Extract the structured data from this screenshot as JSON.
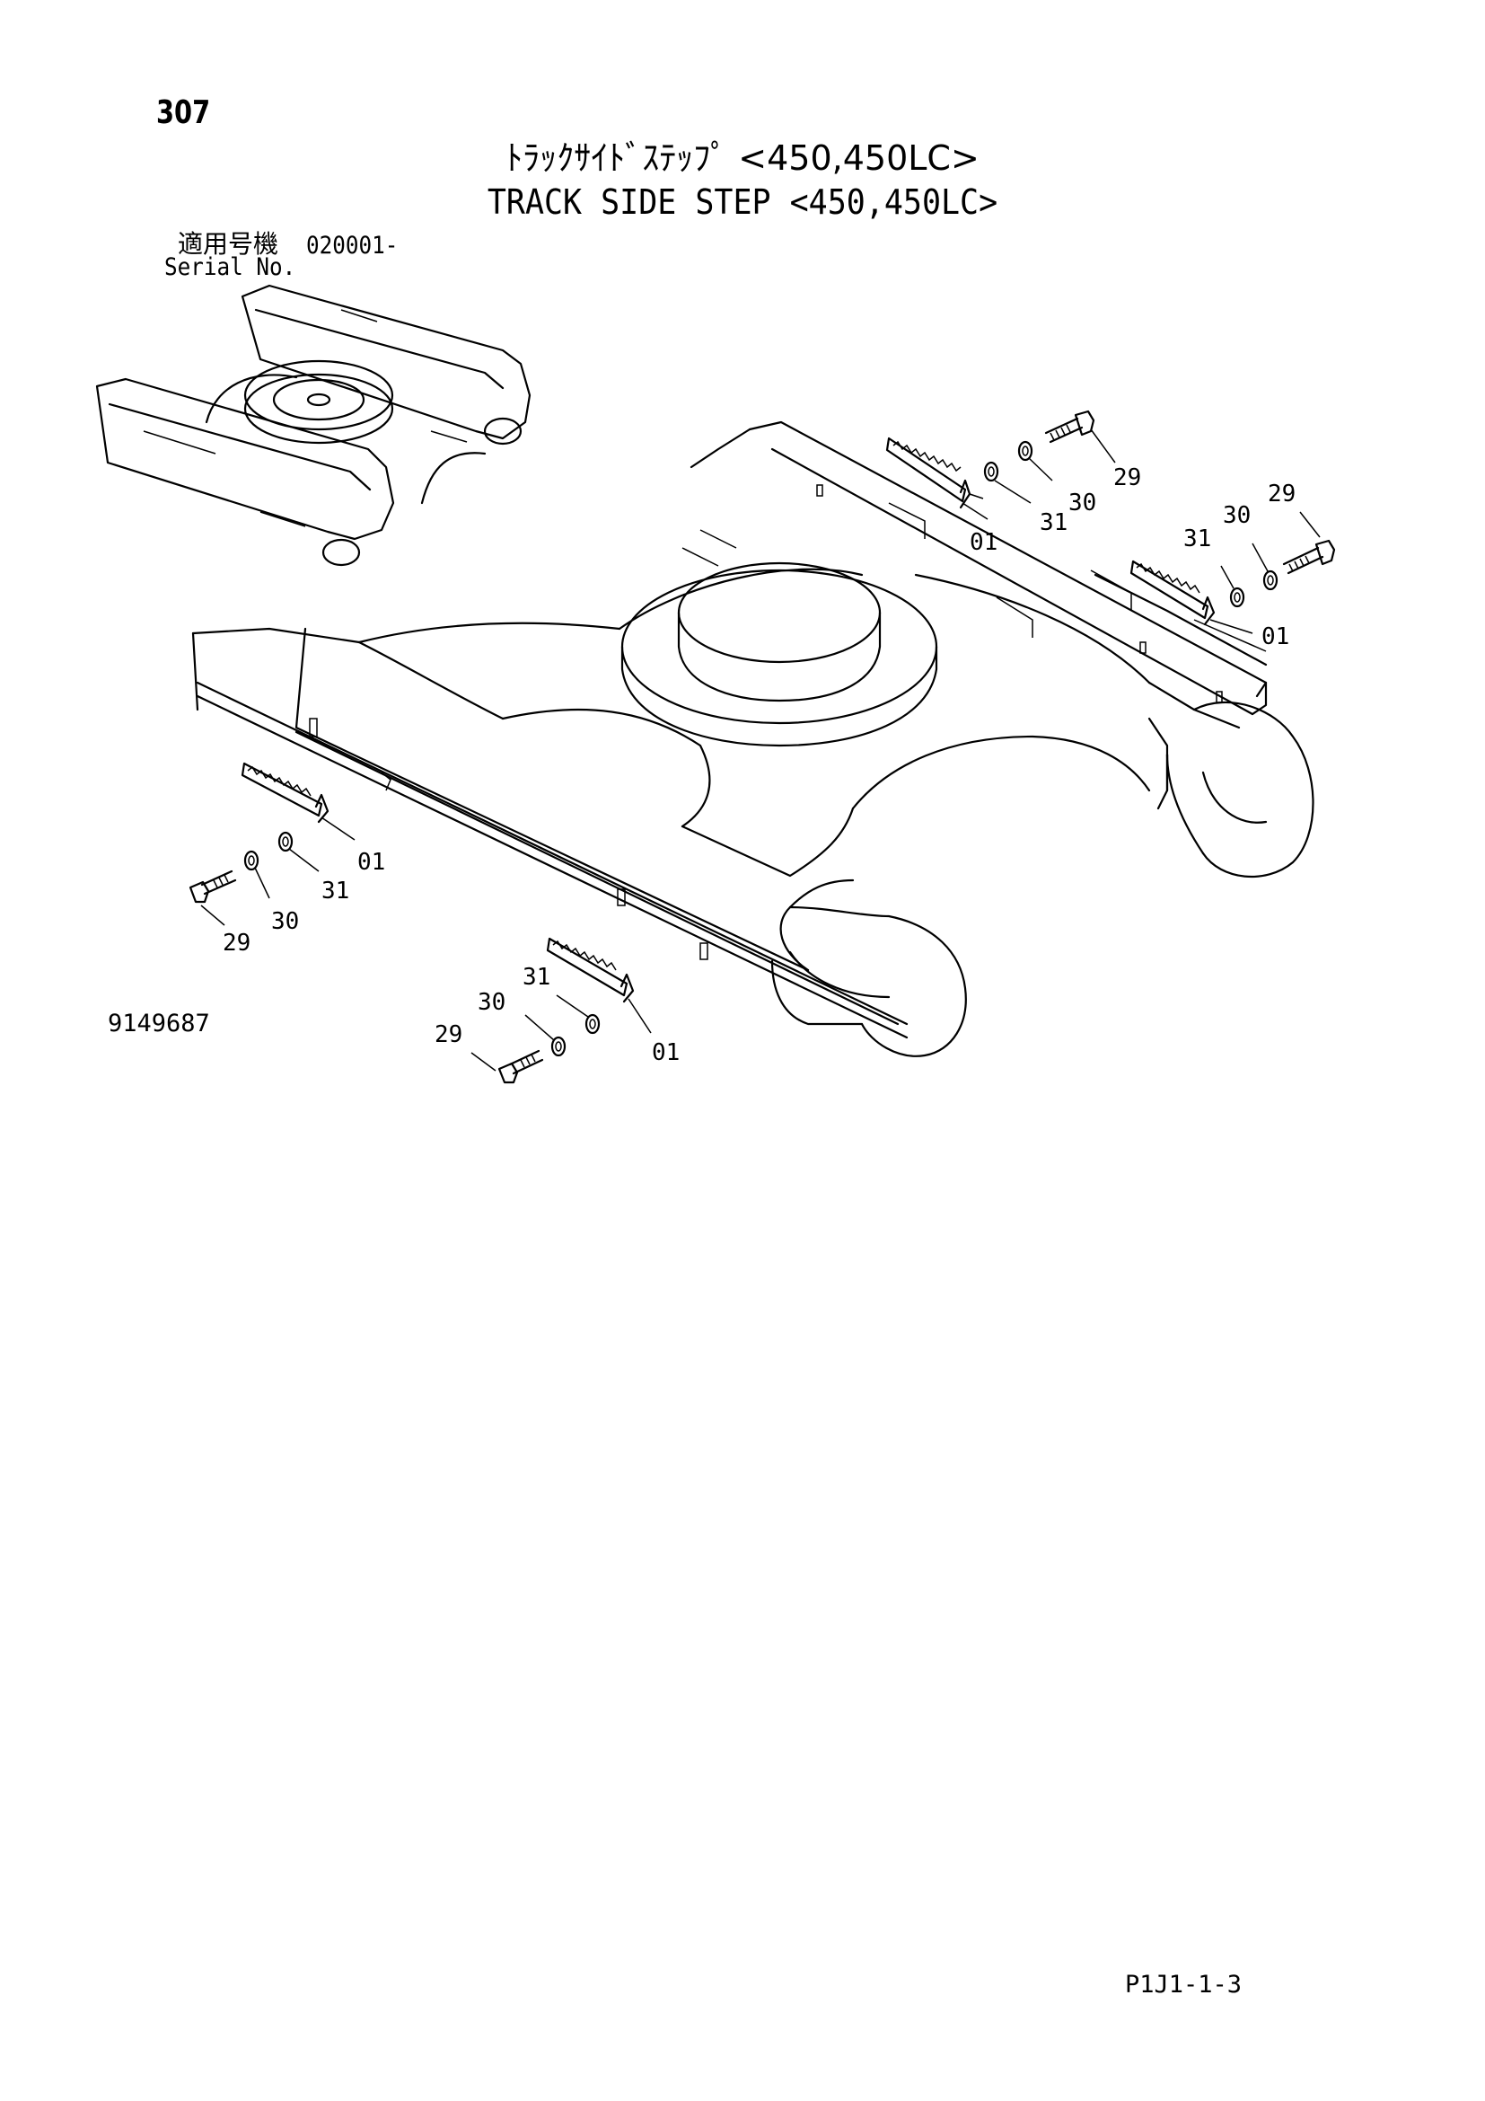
{
  "page_number": "307",
  "title_jp": "ﾄﾗｯｸｻｲﾄﾞｽﾃｯﾌﾟ <450,450LC>",
  "title_en": "TRACK SIDE STEP <450,450LC>",
  "serial": {
    "label_jp": "適用号機",
    "value": "020001-",
    "label_en": "Serial No."
  },
  "callouts": {
    "c01": "01",
    "c29": "29",
    "c30": "30",
    "c31": "31"
  },
  "drawing_number": "9149687",
  "sheet_code": "P1J1-1-3"
}
